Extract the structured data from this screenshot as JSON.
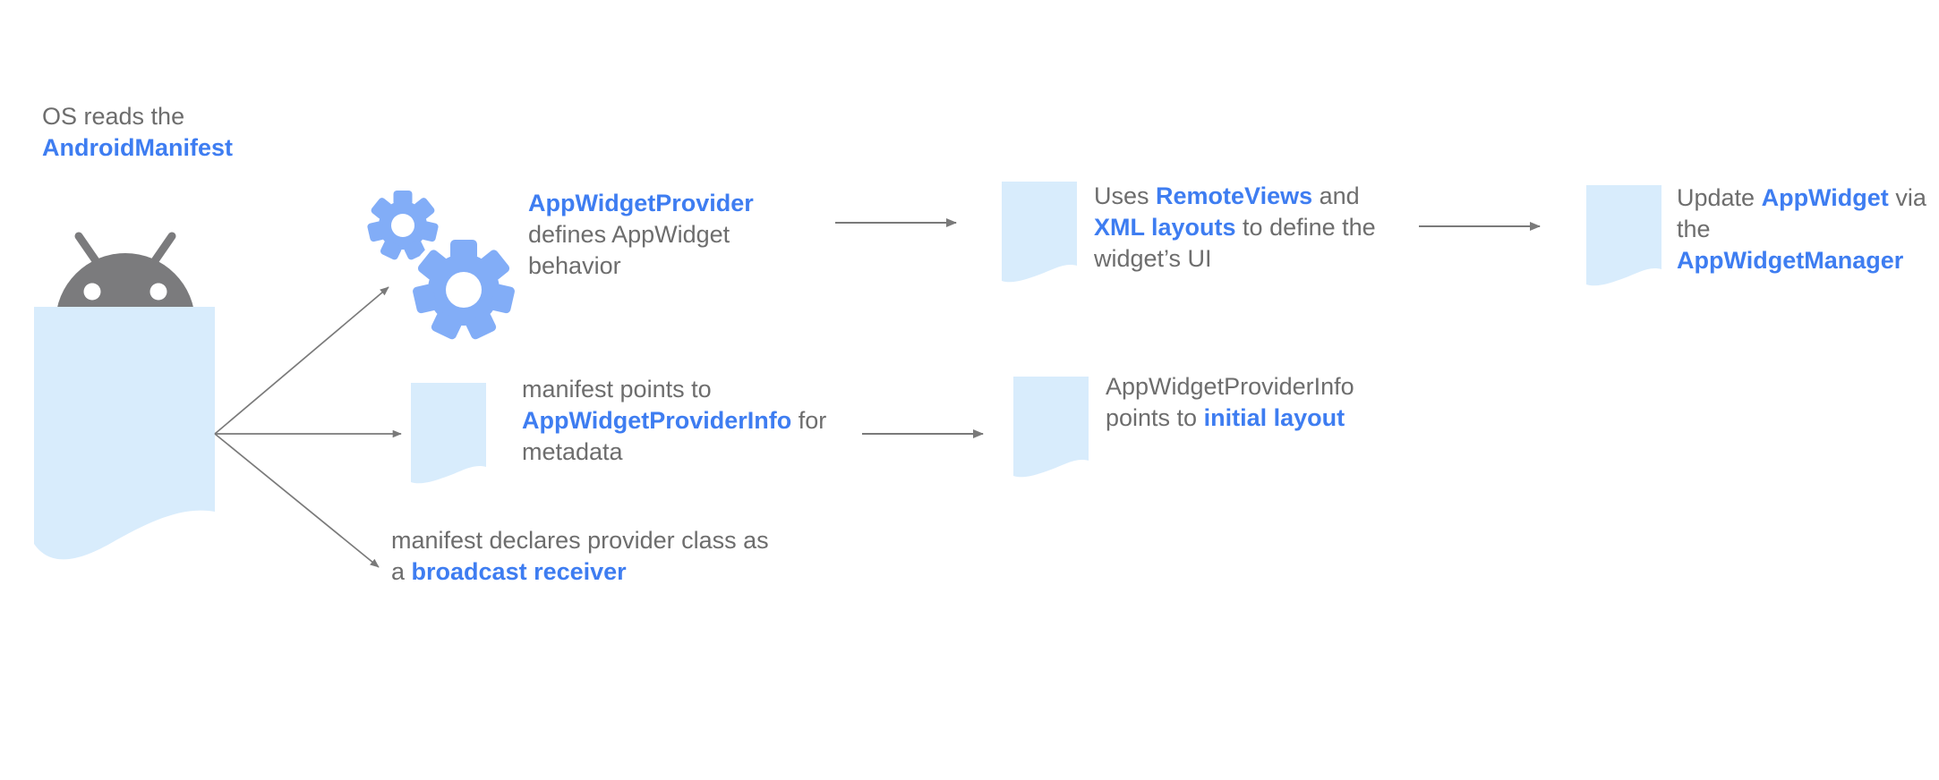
{
  "colors": {
    "link_blue": "#3e7df1",
    "body_gray": "#6d6d6d",
    "document_fill": "#d8ecfc",
    "gear_blue": "#82adf7",
    "robot_gray": "#7b7b7d",
    "arrow_gray": "#7a7a7a",
    "background": "#ffffff"
  },
  "icons": {
    "robot": "android-robot-icon",
    "manifest_document": "manifest-document-icon",
    "gears": "gears-icon",
    "document": "document-icon"
  },
  "text": {
    "os": {
      "l1": "OS reads the",
      "l2": "AndroidManifest"
    },
    "provider": {
      "l1": "AppWidgetProvider",
      "l2": "defines AppWidget",
      "l3": "behavior"
    },
    "views": {
      "l1a": "Uses ",
      "l1b": "RemoteViews",
      "l1c": " and",
      "l2a": "XML layouts",
      "l2b": " to define the",
      "l3": "widget’s UI"
    },
    "update": {
      "l1a": "Update ",
      "l1b": "AppWidget",
      "l1c": " via",
      "l2": "the",
      "l3": "AppWidgetManager"
    },
    "meta": {
      "l1": "manifest points to",
      "l2a": "AppWidgetProviderInfo",
      "l2b": " for",
      "l3": "metadata"
    },
    "info": {
      "l1": "AppWidgetProviderInfo",
      "l2a": "points to ",
      "l2b": "initial layout"
    },
    "broadcast": {
      "l1": "manifest declares provider class as",
      "l2a": "a ",
      "l2b": "broadcast receiver"
    }
  }
}
